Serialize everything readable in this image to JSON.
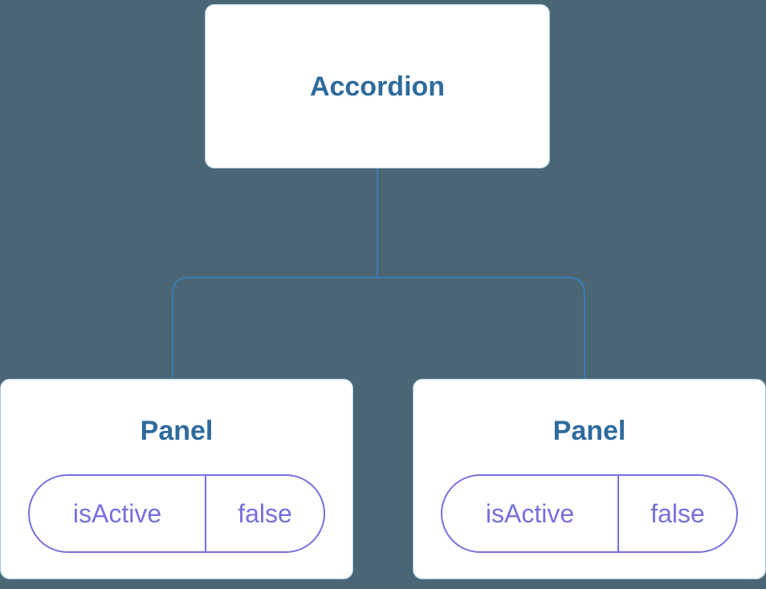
{
  "tree": {
    "root": {
      "label": "Accordion"
    },
    "children": [
      {
        "label": "Panel",
        "state": {
          "key": "isActive",
          "value": "false"
        }
      },
      {
        "label": "Panel",
        "state": {
          "key": "isActive",
          "value": "false"
        }
      }
    ]
  },
  "colors": {
    "background": "#4A6674",
    "node_fill": "#FFFFFF",
    "node_border": "#A6C8E4",
    "title_text": "#2F6B9C",
    "state_border": "#7670DC",
    "state_text": "#7670DC",
    "connector": "#3D7CB4"
  }
}
